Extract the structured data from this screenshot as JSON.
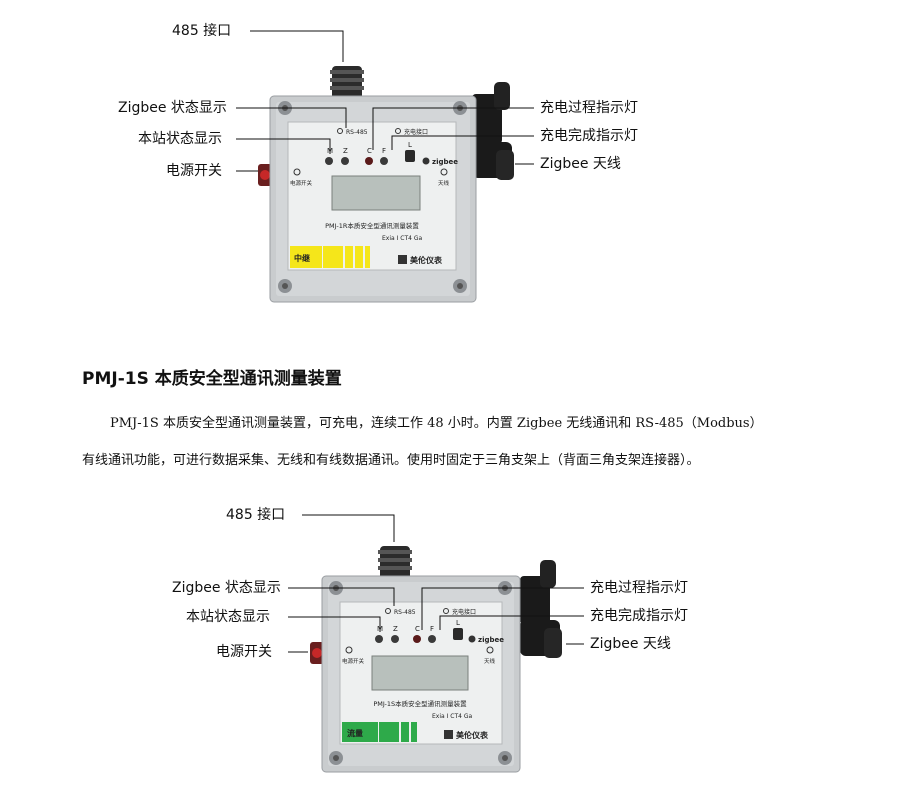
{
  "figures": [
    {
      "callouts": {
        "port_485": "485 接口",
        "zigbee_status": "Zigbee 状态显示",
        "station_status": "本站状态显示",
        "power_switch": "电源开关",
        "charging_light": "充电过程指示灯",
        "charged_light": "充电完成指示灯",
        "zigbee_antenna": "Zigbee 天线"
      },
      "panel": {
        "rs485": "RS-485",
        "charge_port": "充电接口",
        "led_m": "M",
        "led_z": "Z",
        "led_c": "C",
        "led_f": "F",
        "led_l": "L",
        "zigbee_logo": "zigbee",
        "power_label": "电源开关",
        "antenna_label": "天线",
        "model": "PMJ-1R本质安全型通讯测量装置",
        "cert": "Exia I CT4 Ga",
        "mode": "中继",
        "brand": "美伦仪表"
      },
      "colors": {
        "mode_bar": "#f5e61a",
        "mode_text": "#222222"
      }
    },
    {
      "callouts": {
        "port_485": "485 接口",
        "zigbee_status": "Zigbee 状态显示",
        "station_status": "本站状态显示",
        "power_switch": "电源开关",
        "charging_light": "充电过程指示灯",
        "charged_light": "充电完成指示灯",
        "zigbee_antenna": "Zigbee 天线"
      },
      "panel": {
        "rs485": "RS-485",
        "charge_port": "充电接口",
        "led_m": "M",
        "led_z": "Z",
        "led_c": "C",
        "led_f": "F",
        "led_l": "L",
        "zigbee_logo": "zigbee",
        "power_label": "电源开关",
        "antenna_label": "天线",
        "model": "PMJ-1S本质安全型通讯测量装置",
        "cert": "Exia I CT4 Ga",
        "mode": "流量",
        "brand": "美伦仪表"
      },
      "colors": {
        "mode_bar": "#2eaa4a",
        "mode_text": "#ffffff"
      }
    }
  ],
  "section": {
    "heading": "PMJ-1S 本质安全型通讯测量装置",
    "paragraph_line1": "PMJ-1S 本质安全型通讯测量装置，可充电，连续工作 48 小时。内置 Zigbee 无线通讯和 RS-485（Modbus）",
    "paragraph_line2": "有线通讯功能，可进行数据采集、无线和有线数据通讯。使用时固定于三角支架上（背面三角支架连接器）。"
  }
}
